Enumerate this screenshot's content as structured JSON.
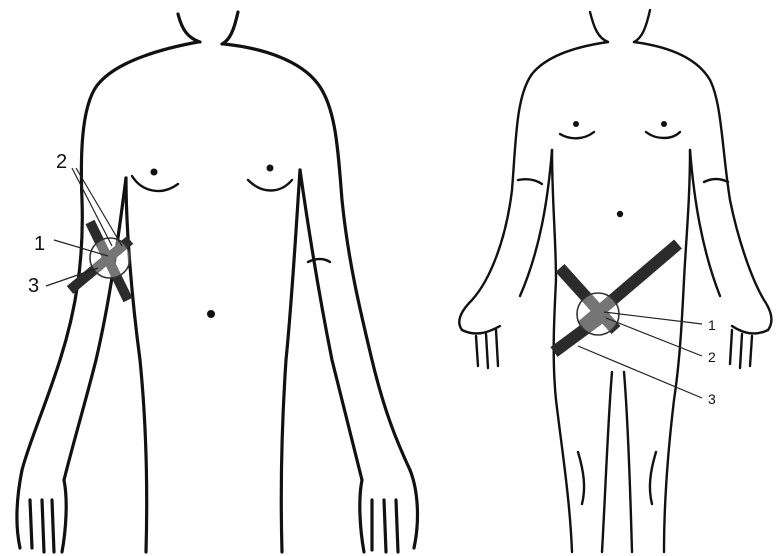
{
  "colors": {
    "outline": "#111111",
    "strap": "#2b2b2b",
    "background": "#ffffff"
  },
  "left_figure": {
    "labels": [
      "1",
      "2",
      "3"
    ]
  },
  "right_figure": {
    "labels": [
      "1",
      "2",
      "3"
    ]
  }
}
